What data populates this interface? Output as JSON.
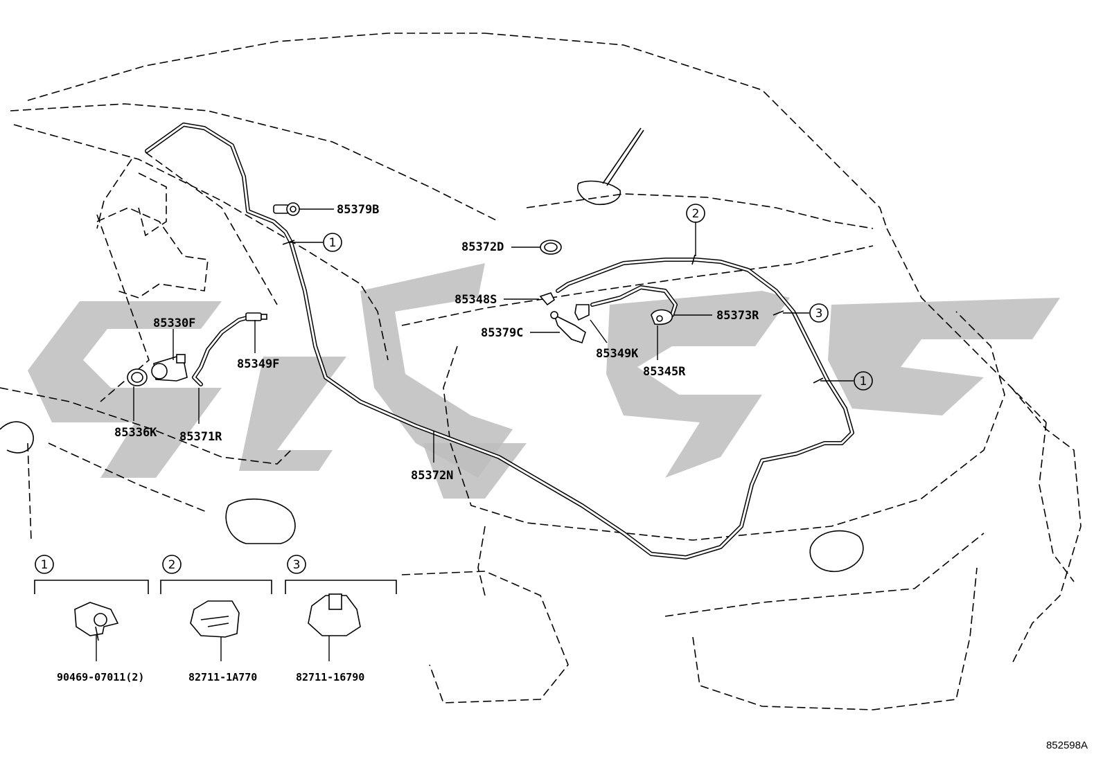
{
  "callouts": {
    "c85379B": "85379B",
    "c85372D": "85372D",
    "c85348S": "85348S",
    "c85379C": "85379C",
    "c85349K": "85349K",
    "c85373R": "85373R",
    "c85345R": "85345R",
    "c85330F": "85330F",
    "c85349F": "85349F",
    "c85336K": "85336K",
    "c85371R": "85371R",
    "c85372N": "85372N"
  },
  "clip_markers": {
    "one": "1",
    "two": "2",
    "three": "3"
  },
  "legend": {
    "items": [
      {
        "marker": "1",
        "part_number": "90469-07011(2)"
      },
      {
        "marker": "2",
        "part_number": "82711-1A770"
      },
      {
        "marker": "3",
        "part_number": "82711-16790"
      }
    ]
  },
  "diagram_id": "852598A",
  "colors": {
    "line": "#000000",
    "watermark": "#bdbdbd",
    "background": "#ffffff"
  }
}
